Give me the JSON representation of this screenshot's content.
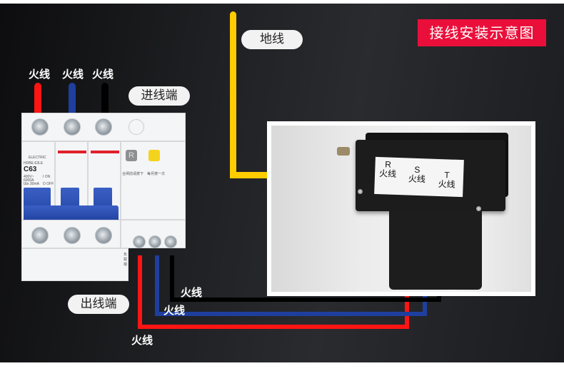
{
  "title": "接线安装示意图",
  "labels": {
    "ground": "地线",
    "incoming": "进线端",
    "outgoing": "出线端"
  },
  "input_wires": [
    {
      "label": "火线",
      "color": "#ff1414"
    },
    {
      "label": "火线",
      "color": "#1e3f9e"
    },
    {
      "label": "火线",
      "color": "#000000"
    }
  ],
  "output_wires": [
    {
      "label": "火线",
      "color": "#000000"
    },
    {
      "label": "火线",
      "color": "#1e3f9e"
    },
    {
      "label": "火线",
      "color": "#ff1414"
    }
  ],
  "ground_wire_color": "#ffcc00",
  "breaker": {
    "brand": "ELECTRIC",
    "model": "HDBE-63LE",
    "rating": "C63",
    "spec_lines": [
      "400V~",
      "6000A",
      "IΔn 30mA"
    ],
    "on_off": [
      "I ON",
      "O OFF"
    ],
    "reset_button": "R",
    "test_button": "T",
    "reset_caption": "合闸前请按下",
    "test_caption": "每月按一次",
    "load_caption": "负载端"
  },
  "device_plate": [
    {
      "phase": "R",
      "label": "火线"
    },
    {
      "phase": "S",
      "label": "火线"
    },
    {
      "phase": "T",
      "label": "火线"
    }
  ],
  "colors": {
    "title_bg": "#ea0f3a",
    "live_red": "#ff1414",
    "live_blue": "#1e3f9e",
    "live_black": "#000000",
    "ground_yellow": "#ffcc00"
  }
}
